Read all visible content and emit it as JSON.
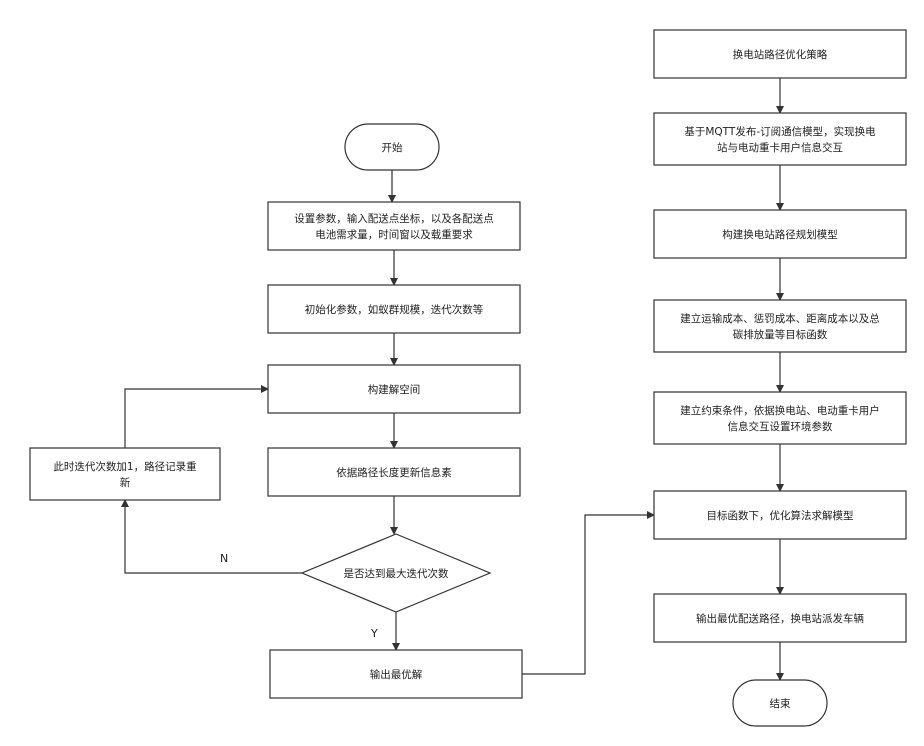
{
  "nodes": {
    "start": "开始",
    "set_params": [
      "设置参数，输入配送点坐标，以及各配送点",
      "电池需求量，时间窗以及载重要求"
    ],
    "init": "初始化参数，如蚁群规模，迭代次数等",
    "build_solution": "构建解空间",
    "update_pheromone": "依据路径长度更新信息素",
    "max_iter": "是否达到最大迭代次数",
    "iter_plus": [
      "此时迭代次数加1，路径记录重",
      "新"
    ],
    "output_best": "输出最优解",
    "strategy": "换电站路径优化策略",
    "mqtt": [
      "基于MQTT发布-订阅通信模型，实现换电",
      "站与电动重卡用户信息交互"
    ],
    "build_model": "构建换电站路径规划模型",
    "objective": [
      "建立运输成本、惩罚成本、距离成本以及总",
      "碳排放量等目标函数"
    ],
    "constraints": [
      "建立约束条件，依据换电站、电动重卡用户",
      "信息交互设置环境参数"
    ],
    "solve": "目标函数下，优化算法求解模型",
    "output_route": "输出最优配送路径，换电站派发车辆",
    "end": "结束"
  },
  "edges": {
    "no": "N",
    "yes": "Y"
  }
}
